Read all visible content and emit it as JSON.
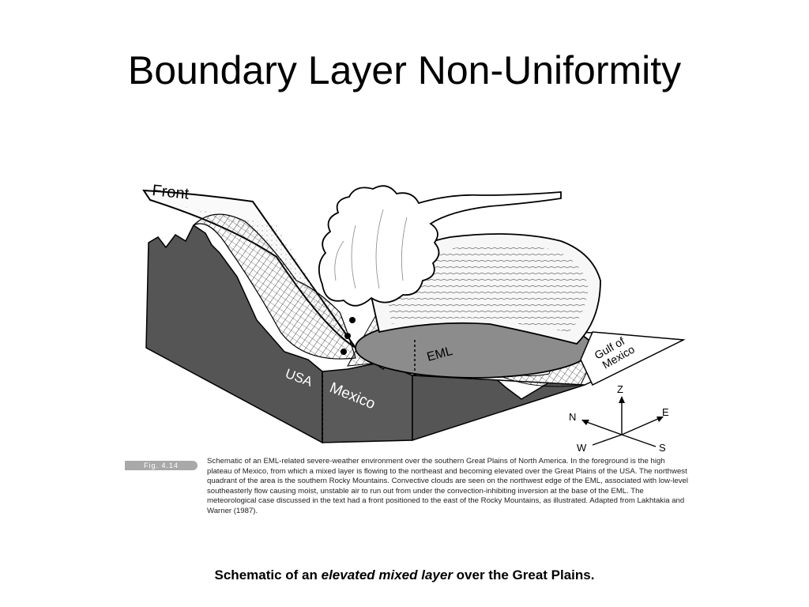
{
  "slide": {
    "title": "Boundary Layer Non-Uniformity",
    "caption": {
      "prefix": "Schematic of an ",
      "emphasis": "elevated mixed layer",
      "suffix": " over the Great Plains."
    }
  },
  "figure": {
    "labels": {
      "front": "Front",
      "usa": "USA",
      "mexico": "Mexico",
      "eml": "EML",
      "gulf_line1": "Gulf of",
      "gulf_line2": "Mexico"
    },
    "compass": {
      "z": "Z",
      "n": "N",
      "e": "E",
      "w": "W",
      "s": "S"
    },
    "badge": "Fig. 4.14",
    "caption": "Schematic of an EML-related severe-weather environment over the southern Great Plains of North America. In the foreground is the high plateau of Mexico, from which a mixed layer is flowing to the northeast and becoming elevated over the Great Plains of the USA. The northwest quadrant of the area is the southern Rocky Mountains. Convective clouds are seen on the northwest edge of the EML, associated with low-level southeasterly flow causing moist, unstable air to run out from under the convection-inhibiting inversion at the base of the EML. The meteorological case discussed in the text had a front positioned to the east of the Rocky Mountains, as illustrated. Adapted from Lakhtakia and Warner (1987)."
  }
}
